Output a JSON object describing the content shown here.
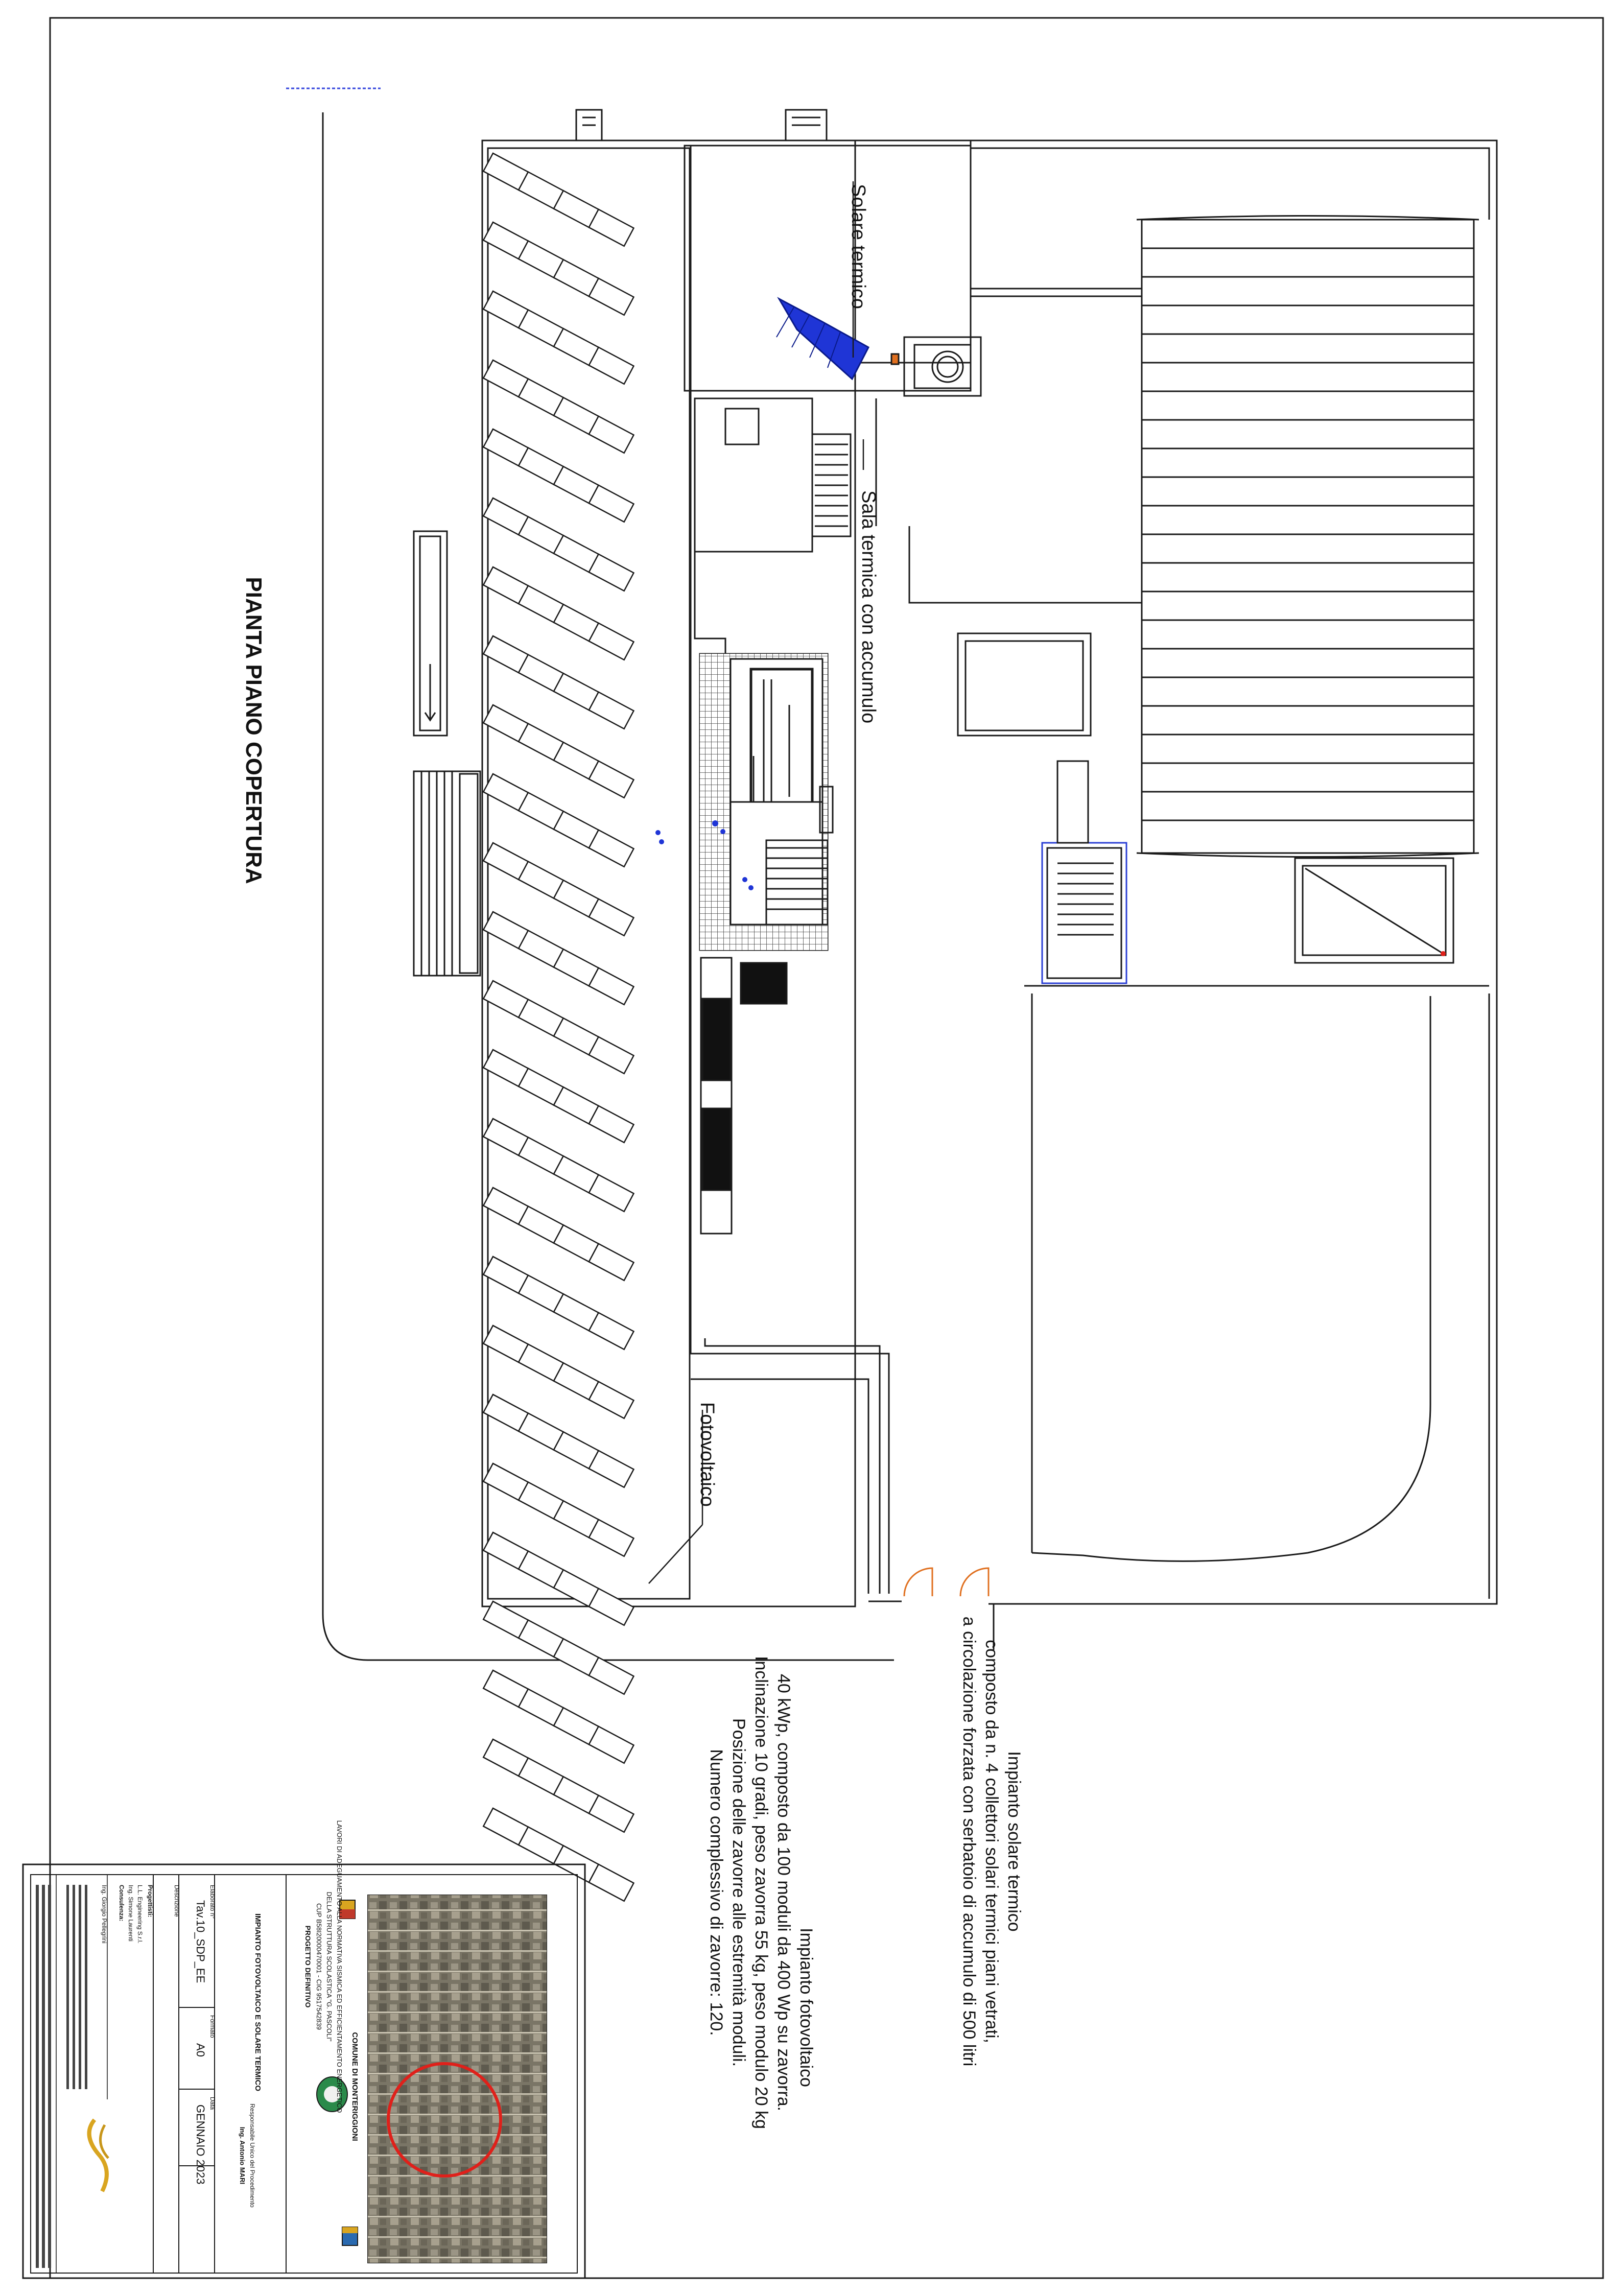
{
  "plan": {
    "title": "PIANTA PIANO  COPERTURA",
    "label_solar_thermal": "Solare termico",
    "label_thermal_room": "Sala termica con accumulo",
    "label_photovoltaic": "Fotovoltaico"
  },
  "notes": {
    "solar_thermal": {
      "lines": [
        "Impianto solare termico",
        "composto da n. 4 collettori solari termici piani vetrati,",
        "a circolazione forzata con serbatoio di accumulo di 500 litri"
      ]
    },
    "photovoltaic": {
      "lines": [
        "Impianto fotovoltaico",
        "40 kWp, composto da 100 moduli da 400 Wp su zavorra.",
        "Inclinazione 10 gradi, peso zavorra 55 kg, peso modulo 20 kg",
        "Posizione delle zavorre alle estremità moduli.",
        "Numero complessivo di zavorre: 120."
      ]
    }
  },
  "title_block": {
    "municipality": "COMUNE DI MONTERIGGIONI",
    "works_line1": "LAVORI DI ADEGUAMENTO ALLA NORMATIVA SISMICA ED EFFICIENTAMENTO ENERGETICO",
    "works_line2": "DELLA STRUTTURA SCOLASTICA \"G. PASCOLI\"",
    "works_line3": "CUP B58I20000470001 - CIG 9517542839",
    "project_phase": "PROGETTO DEFINITIVO",
    "drawing_title": "IMPIANTO FOTOVOLTAICO E SOLARE TERMICO",
    "drawing_no_label": "Elaborato n°",
    "drawing_no": "Tav.10_SDP_EE",
    "scale_label": "Formato",
    "scale": "A0",
    "date_label": "Data",
    "date": "GENNAIO 2023",
    "description_label": "Descrizione",
    "rup_label": "Responsabile Unico del Procedimento",
    "rup_name": "Ing. Antonio MARI",
    "designers_label": "Progettisti:",
    "designer_1": "L.L. Engineering S.r.l.",
    "designer_2": "Ing. Simone Laurenti",
    "consultant_label": "Consulenza:",
    "consultant": "Ing. Giorgio Pellegrini"
  },
  "colors": {
    "line": "#1a1a1a",
    "solar_collector": "#1f35d6",
    "blue_lines": "#2b3fd4",
    "door_arc": "#e07020",
    "location_circle": "#e0201a",
    "dim_line": "#3344dd"
  }
}
